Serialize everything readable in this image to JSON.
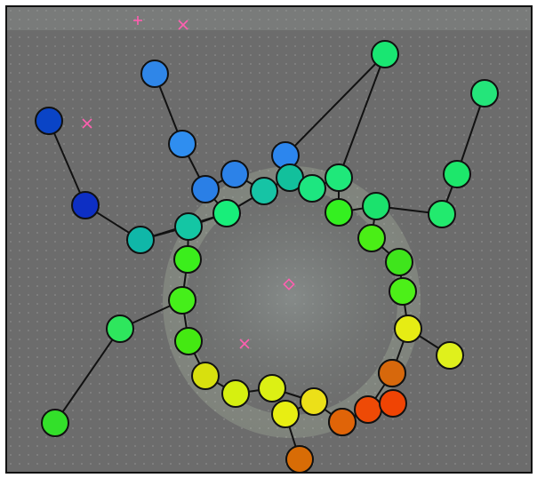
{
  "colors": {
    "frame": "#111111",
    "background": "#6c6c6c",
    "edge": "#111111",
    "marker": "#ff5fb0"
  },
  "nodes": [
    {
      "id": "n0",
      "color": "#0a44c6"
    },
    {
      "id": "n1",
      "color": "#0d2fc4"
    },
    {
      "id": "n2",
      "color": "#2f86e8"
    },
    {
      "id": "n3",
      "color": "#2f8ef0"
    },
    {
      "id": "n4",
      "color": "#2c82e8"
    },
    {
      "id": "n5",
      "color": "#2a7fe6"
    },
    {
      "id": "n6",
      "color": "#2c86ee"
    },
    {
      "id": "n7",
      "color": "#10b7a8"
    },
    {
      "id": "n8",
      "color": "#16c4a5"
    },
    {
      "id": "n9",
      "color": "#12c09c"
    },
    {
      "id": "n10",
      "color": "#14c6a4"
    },
    {
      "id": "n11",
      "color": "#18ee7a"
    },
    {
      "id": "n12",
      "color": "#1de680"
    },
    {
      "id": "n13",
      "color": "#19e672"
    },
    {
      "id": "n14",
      "color": "#1fe87a"
    },
    {
      "id": "n15",
      "color": "#24e57a"
    },
    {
      "id": "n16",
      "color": "#1de76b"
    },
    {
      "id": "n17",
      "color": "#22ea6e"
    },
    {
      "id": "n18",
      "color": "#1be26d"
    },
    {
      "id": "n19",
      "color": "#2ee65d"
    },
    {
      "id": "n20",
      "color": "#34f020"
    },
    {
      "id": "n21",
      "color": "#3bee1c"
    },
    {
      "id": "n22",
      "color": "#33e02a"
    },
    {
      "id": "n23",
      "color": "#45ef1a"
    },
    {
      "id": "n24",
      "color": "#4aee16"
    },
    {
      "id": "n25",
      "color": "#3fe51c"
    },
    {
      "id": "n26",
      "color": "#44e912"
    },
    {
      "id": "n27",
      "color": "#4cf018"
    },
    {
      "id": "n28",
      "color": "#d8e00e"
    },
    {
      "id": "n29",
      "color": "#d6f010"
    },
    {
      "id": "n30",
      "color": "#dcf014"
    },
    {
      "id": "n31",
      "color": "#e8ee12"
    },
    {
      "id": "n32",
      "color": "#e6ec14"
    },
    {
      "id": "n33",
      "color": "#ece018"
    },
    {
      "id": "n34",
      "color": "#dff01c"
    },
    {
      "id": "n35",
      "color": "#d2f01a"
    },
    {
      "id": "n36",
      "color": "#d86c06"
    },
    {
      "id": "n37",
      "color": "#d86a04"
    },
    {
      "id": "n38",
      "color": "#e06408"
    },
    {
      "id": "n39",
      "color": "#ee4a06"
    },
    {
      "id": "n40",
      "color": "#f04404"
    },
    {
      "id": "n41",
      "color": "#d7680c"
    }
  ],
  "edges": [
    [
      "n0",
      "n1"
    ],
    [
      "n1",
      "n7"
    ],
    [
      "n7",
      "n10"
    ],
    [
      "n7",
      "n19"
    ],
    [
      "n2",
      "n3"
    ],
    [
      "n3",
      "n5"
    ],
    [
      "n5",
      "n4"
    ],
    [
      "n4",
      "n8"
    ],
    [
      "n8",
      "n9"
    ],
    [
      "n9",
      "n10"
    ],
    [
      "n9",
      "n6"
    ],
    [
      "n10",
      "n11"
    ],
    [
      "n11",
      "n12"
    ],
    [
      "n12",
      "n14"
    ],
    [
      "n14",
      "n20"
    ],
    [
      "n20",
      "n18"
    ],
    [
      "n18",
      "n25"
    ],
    [
      "n25",
      "n24"
    ],
    [
      "n24",
      "n27"
    ],
    [
      "n27",
      "n35"
    ],
    [
      "n35",
      "n34"
    ],
    [
      "n35",
      "n41"
    ],
    [
      "n41",
      "n40"
    ],
    [
      "n40",
      "n39"
    ],
    [
      "n39",
      "n38"
    ],
    [
      "n38",
      "n37"
    ],
    [
      "n37",
      "n33"
    ],
    [
      "n33",
      "n31"
    ],
    [
      "n31",
      "n30"
    ],
    [
      "n30",
      "n29"
    ],
    [
      "n29",
      "n28"
    ],
    [
      "n28",
      "n26"
    ],
    [
      "n26",
      "n23"
    ],
    [
      "n23",
      "n22"
    ],
    [
      "n22",
      "n21"
    ],
    [
      "n21",
      "n19"
    ],
    [
      "n19",
      "n10"
    ],
    [
      "n33",
      "n36"
    ],
    [
      "n13",
      "n16"
    ],
    [
      "n16",
      "n18"
    ],
    [
      "n15",
      "n17"
    ],
    [
      "n17",
      "n25"
    ],
    [
      "n12",
      "n13"
    ],
    [
      "n14",
      "n11"
    ],
    [
      "n15",
      "n18"
    ],
    [
      "n23",
      "n26"
    ],
    [
      "n21",
      "n32"
    ]
  ]
}
